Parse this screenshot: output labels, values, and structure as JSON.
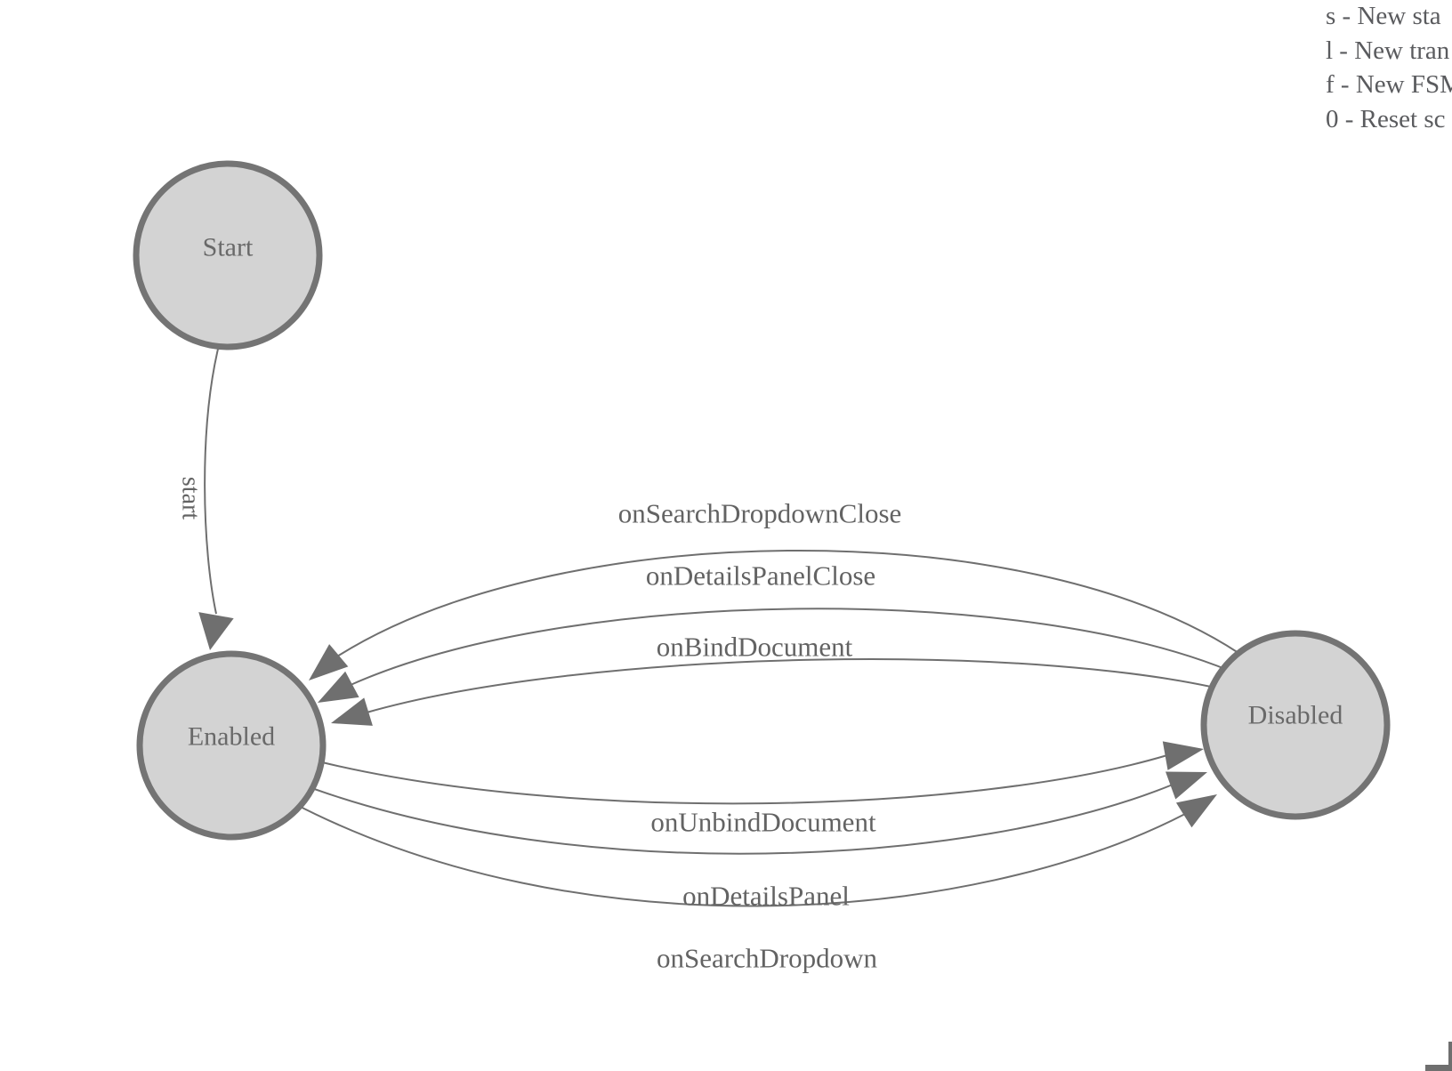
{
  "legend": {
    "lines": [
      "s - New sta",
      "l - New tran",
      "f - New FSM",
      "0 - Reset sc"
    ]
  },
  "fsm": {
    "states": [
      {
        "label": "Start"
      },
      {
        "label": "Enabled"
      },
      {
        "label": "Disabled"
      }
    ],
    "transitions": [
      {
        "label": "start",
        "from": "Start",
        "to": "Enabled"
      },
      {
        "label": "onSearchDropdownClose",
        "from": "Disabled",
        "to": "Enabled"
      },
      {
        "label": "onDetailsPanelClose",
        "from": "Disabled",
        "to": "Enabled"
      },
      {
        "label": "onBindDocument",
        "from": "Disabled",
        "to": "Enabled"
      },
      {
        "label": "onUnbindDocument",
        "from": "Enabled",
        "to": "Disabled"
      },
      {
        "label": "onDetailsPanel",
        "from": "Enabled",
        "to": "Disabled"
      },
      {
        "label": "onSearchDropdown",
        "from": "Enabled",
        "to": "Disabled"
      }
    ],
    "colors": {
      "node_fill": "#d3d3d3",
      "node_border": "#747474",
      "edge": "#6f6f6f",
      "node_text": "#696969",
      "label_text": "#636363",
      "legend_text": "#5a5b5e"
    }
  }
}
